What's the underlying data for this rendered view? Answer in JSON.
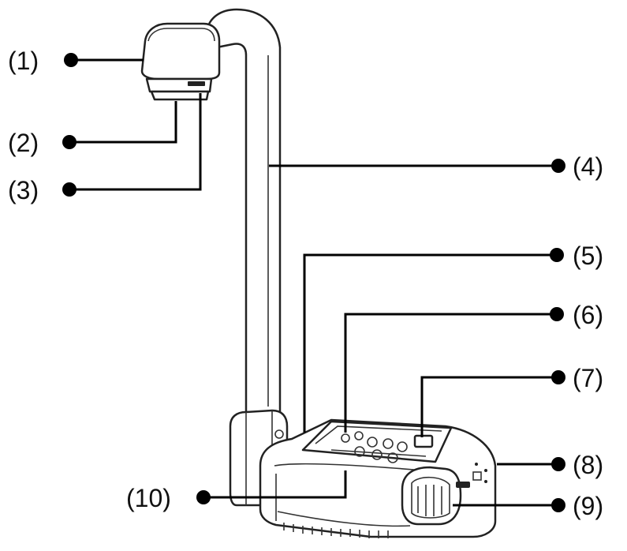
{
  "callouts": [
    {
      "id": "1",
      "label": "(1)"
    },
    {
      "id": "2",
      "label": "(2)"
    },
    {
      "id": "3",
      "label": "(3)"
    },
    {
      "id": "4",
      "label": "(4)"
    },
    {
      "id": "5",
      "label": "(5)"
    },
    {
      "id": "6",
      "label": "(6)"
    },
    {
      "id": "7",
      "label": "(7)"
    },
    {
      "id": "8",
      "label": "(8)"
    },
    {
      "id": "9",
      "label": "(9)"
    },
    {
      "id": "10",
      "label": "(10)"
    }
  ],
  "colors": {
    "line": "#000000",
    "outline": "#222222",
    "fill": "#ffffff"
  }
}
